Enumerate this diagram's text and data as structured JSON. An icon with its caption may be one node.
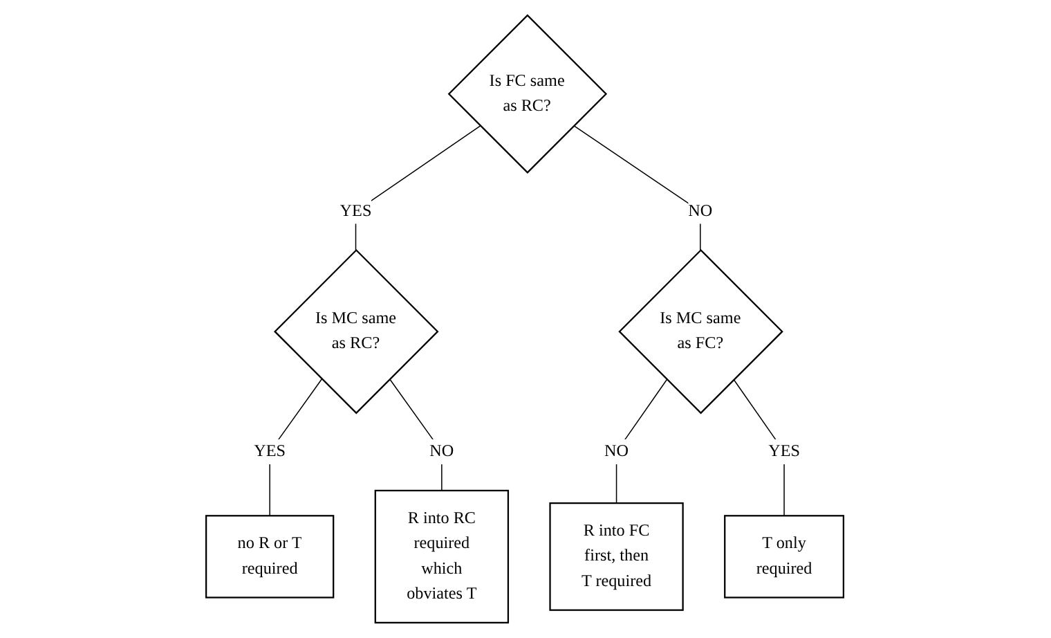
{
  "diagram": {
    "nodes": [
      {
        "text": [
          "Is FC same as RC?"
        ]
      },
      {
        "text": [
          "Is MC same as RC?"
        ]
      },
      {
        "text": [
          "Is MC same as FC?"
        ]
      },
      {
        "text": [
          "no R or T required"
        ]
      },
      {
        "text": [
          "R into RC required which obviates T"
        ]
      },
      {
        "text": [
          "R into FC first, then T required"
        ]
      },
      {
        "text": [
          "T only required"
        ]
      }
    ],
    "edges": [
      {
        "from": 0,
        "to": 1,
        "arrow": "none",
        "label": "YES"
      },
      {
        "from": 0,
        "to": 2,
        "arrow": "none",
        "label": "NO"
      },
      {
        "from": 1,
        "to": 3,
        "arrow": "none",
        "label": "YES"
      },
      {
        "from": 1,
        "to": 4,
        "arrow": "none",
        "label": "NO"
      },
      {
        "from": 2,
        "to": 5,
        "arrow": "none",
        "label": "NO"
      },
      {
        "from": 2,
        "to": 6,
        "arrow": "none",
        "label": "YES"
      }
    ]
  }
}
